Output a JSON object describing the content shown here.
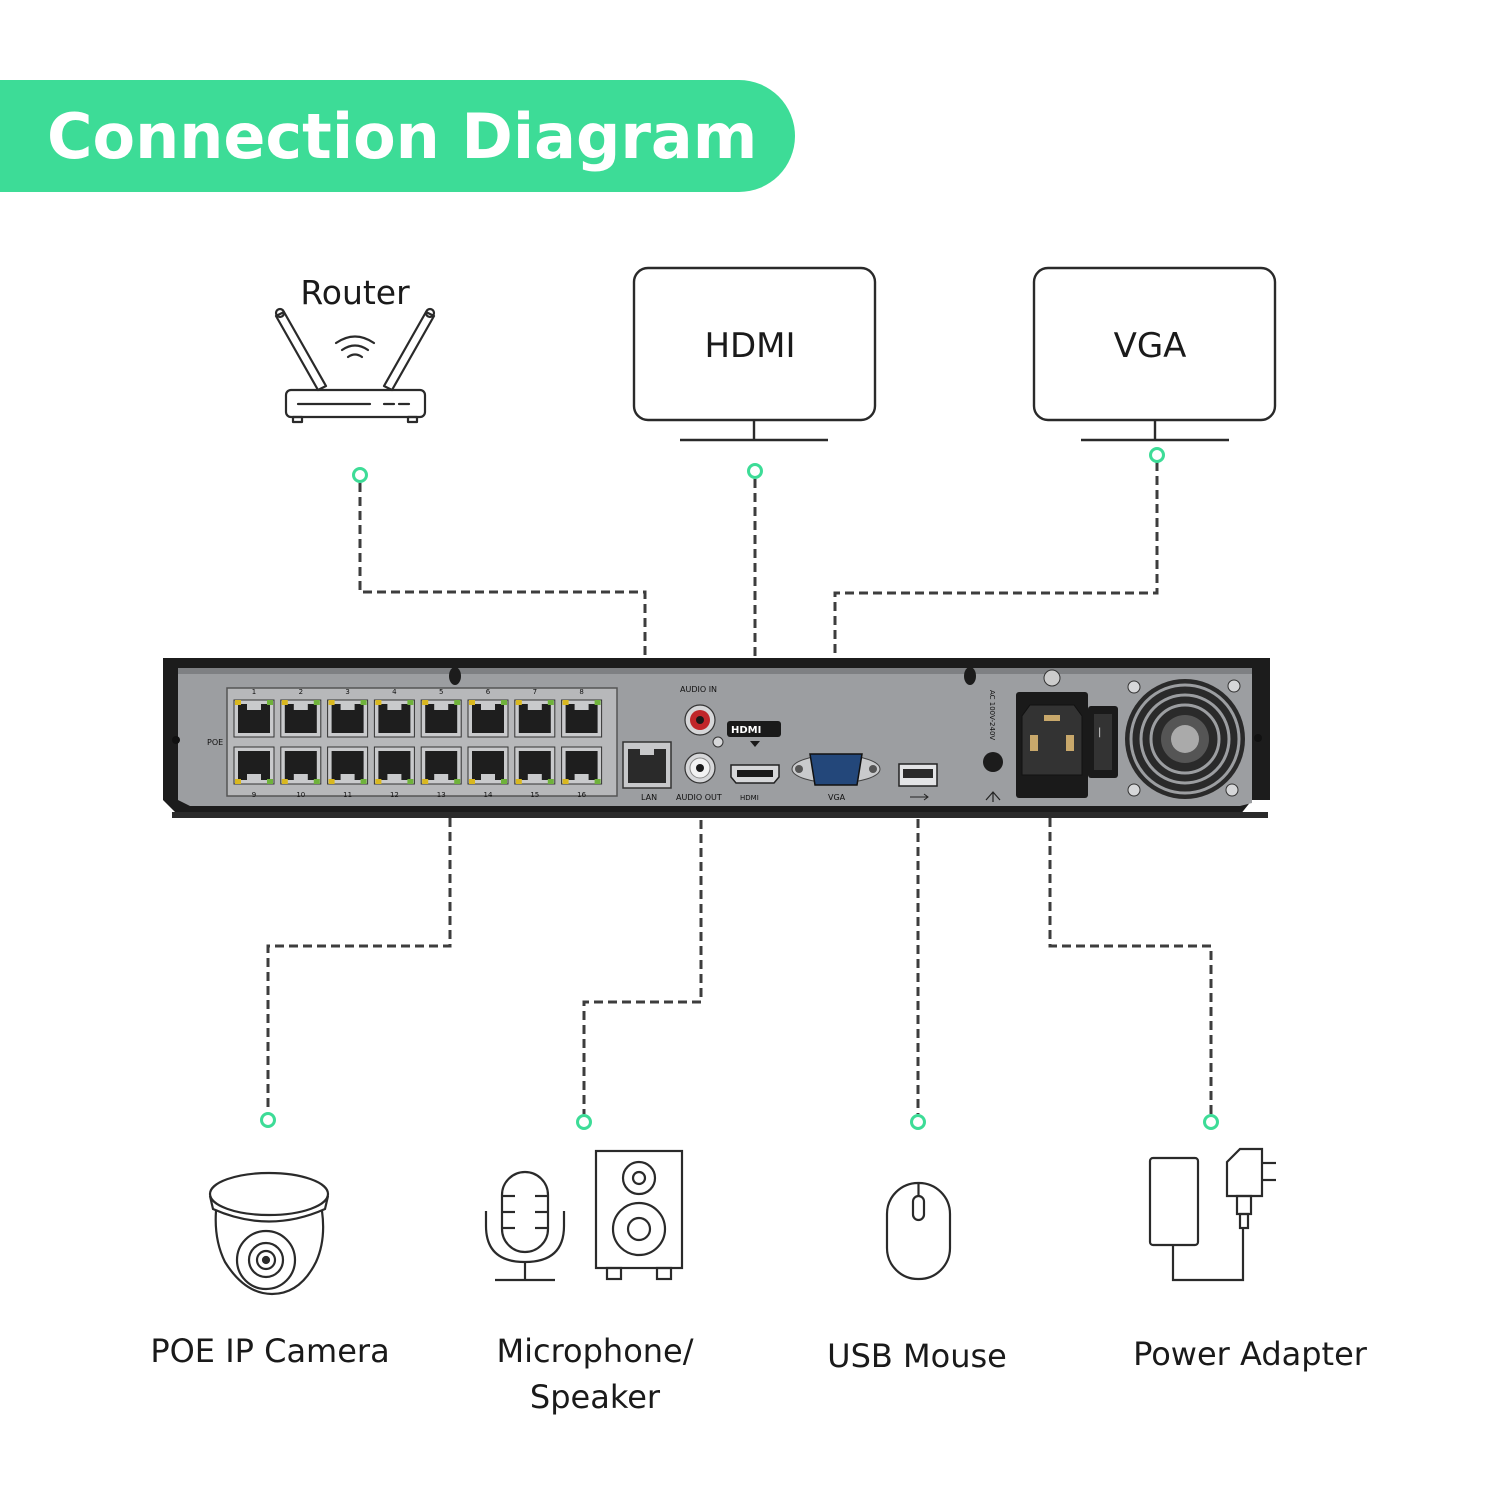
{
  "title": "Connection Diagram",
  "colors": {
    "accent": "#3ddc97",
    "line": "#3d3d3d",
    "dot": "#3ddc97"
  },
  "top_devices": {
    "router": {
      "label": "Router",
      "icon": "router-icon"
    },
    "hdmi_monitor": {
      "label": "HDMI",
      "icon": "monitor-icon"
    },
    "vga_monitor": {
      "label": "VGA",
      "icon": "monitor-icon"
    }
  },
  "nvr": {
    "poe_label": "POE",
    "port_numbers_top": [
      "1",
      "2",
      "3",
      "4",
      "5",
      "6",
      "7",
      "8"
    ],
    "port_numbers_bottom": [
      "9",
      "10",
      "11",
      "12",
      "13",
      "14",
      "15",
      "16"
    ],
    "lan_label": "LAN",
    "audio_in_label": "AUDIO IN",
    "audio_out_label": "AUDIO OUT",
    "hdmi_label": "HDMI",
    "hdmi_logo": "HDMI",
    "vga_label": "VGA",
    "power_label": "AC 100V-240V"
  },
  "bottom_devices": {
    "camera": {
      "label": "POE IP Camera",
      "icon": "dome-camera-icon"
    },
    "audio": {
      "label_line1": "Microphone/",
      "label_line2": "Speaker",
      "icons": [
        "microphone-icon",
        "speaker-icon"
      ]
    },
    "mouse": {
      "label": "USB Mouse",
      "icon": "mouse-icon"
    },
    "power": {
      "label": "Power Adapter",
      "icon": "power-adapter-icon"
    }
  }
}
